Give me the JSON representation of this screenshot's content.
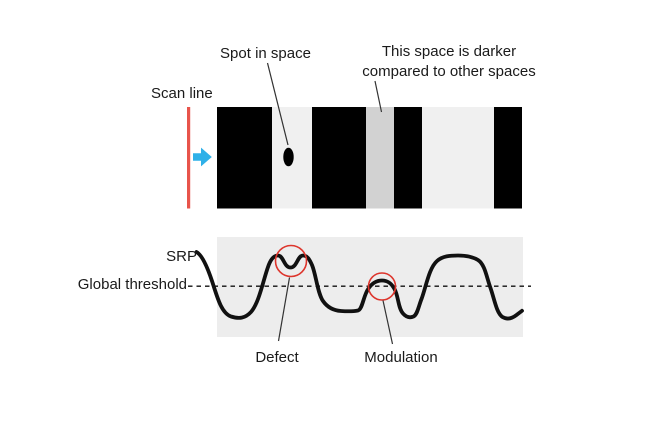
{
  "labels": {
    "spot": "Spot in space",
    "darker_space_line1": "This space is darker",
    "darker_space_line2": "compared to other spaces",
    "scan_line": "Scan line",
    "srp": "SRP",
    "global_threshold": "Global threshold",
    "defect": "Defect",
    "modulation": "Modulation"
  },
  "icons": {
    "scan_direction_arrow": "right-arrow"
  },
  "colors": {
    "background": "#ffffff",
    "bar_black": "#000000",
    "space_light": "#f0f0f0",
    "space_darker": "#d2d2d2",
    "profile_background": "#ededed",
    "scan_line_red": "#e8544b",
    "annotation_circle_red": "#dd352c",
    "arrow_cyan": "#2fb0e8",
    "curve_black": "#111111",
    "threshold_line": "#111111",
    "leader_line": "#333333",
    "spot_ink": "#000000",
    "text": "#1a1a1a"
  }
}
